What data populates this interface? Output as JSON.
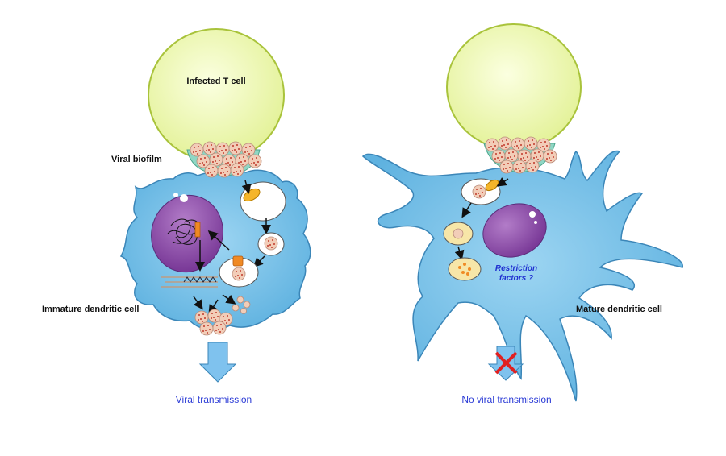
{
  "labels": {
    "infected_t_cell": "Infected T cell",
    "viral_biofilm": "Viral biofilm",
    "immature_dc": "Immature dendritic cell",
    "mature_dc": "Mature dendritic cell",
    "restriction_line1": "Restriction",
    "restriction_line2": "factors ?",
    "viral_transmission": "Viral transmission",
    "no_viral_transmission": "No viral transmission"
  },
  "colors": {
    "cell_fill": "#7cc4ea",
    "cell_stroke": "#3b86b8",
    "t_cell_fill": "#eef7b5",
    "t_cell_stroke": "#a9c33b",
    "nucleus_fill": "#8a4aa6",
    "virion_fill": "#f0c8b0",
    "arrow_fill": "#7fc2ee",
    "cross": "#e02020",
    "caption": "#2b3bd6"
  },
  "icons": {
    "transmission_arrow": "down-arrow-icon",
    "blocked_arrow": "blocked-down-arrow-icon"
  }
}
